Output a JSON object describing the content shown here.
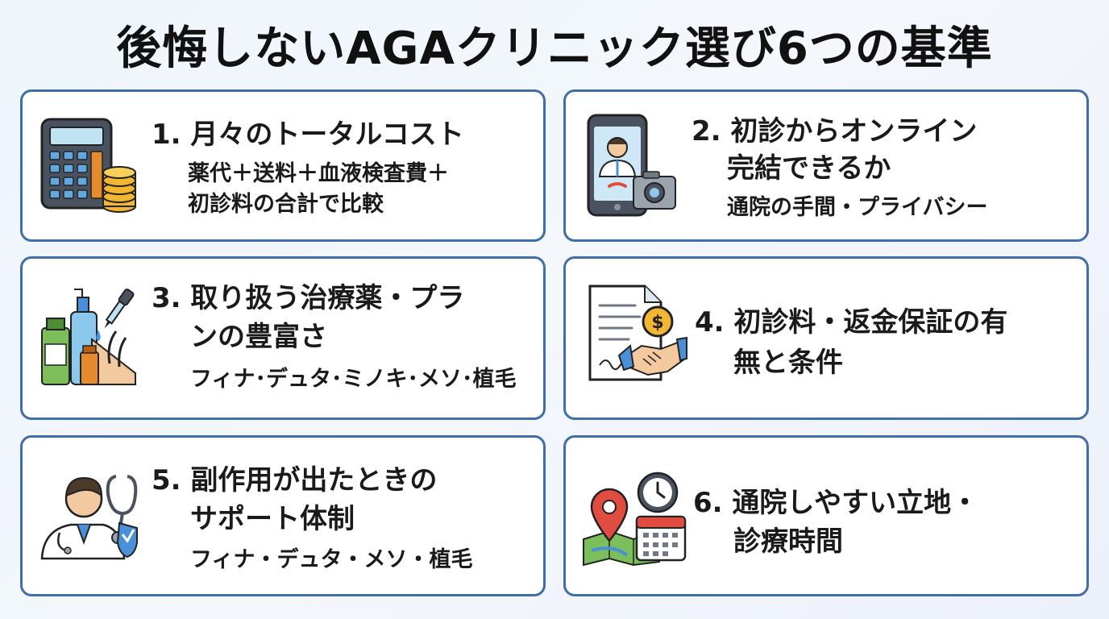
{
  "title": "後悔しないAGAクリニック選び6つの基準",
  "cards": [
    {
      "line1": "1. 月々のトータルコスト",
      "sub1": "薬代＋送料＋血液検査費＋",
      "sub2": "初診料の合計で比較",
      "icon": "calculator-coins-icon"
    },
    {
      "line1": "2. 初診からオンライン",
      "line2": "完結できるか",
      "sub1": "通院の手間・プライバシー",
      "icon": "smartphone-doctor-icon"
    },
    {
      "line1": "3. 取り扱う治療薬・プラ",
      "line2": "ンの豊富さ",
      "sub1": "フィナ･デュタ･ミノキ･メソ･植毛",
      "icon": "medicine-bottles-icon"
    },
    {
      "line1": "4. 初診料・返金保証の有",
      "line2": "無と条件",
      "icon": "contract-handshake-icon"
    },
    {
      "line1": "5. 副作用が出たときの",
      "line2": "サポート体制",
      "sub1": "フィナ・デュタ・メソ・植毛",
      "icon": "doctor-stethoscope-icon"
    },
    {
      "line1": "6. 通院しやすい立地・",
      "line2": "診療時間",
      "icon": "map-clock-calendar-icon"
    }
  ],
  "colors": {
    "border": "#3f6ea8",
    "accent_blue": "#4a90d9",
    "accent_orange": "#e58a2e",
    "accent_gold": "#f2b632",
    "accent_green": "#7cbf5a",
    "accent_red": "#e04c3f"
  },
  "icon_labels": {
    "coin_symbol": "$"
  }
}
